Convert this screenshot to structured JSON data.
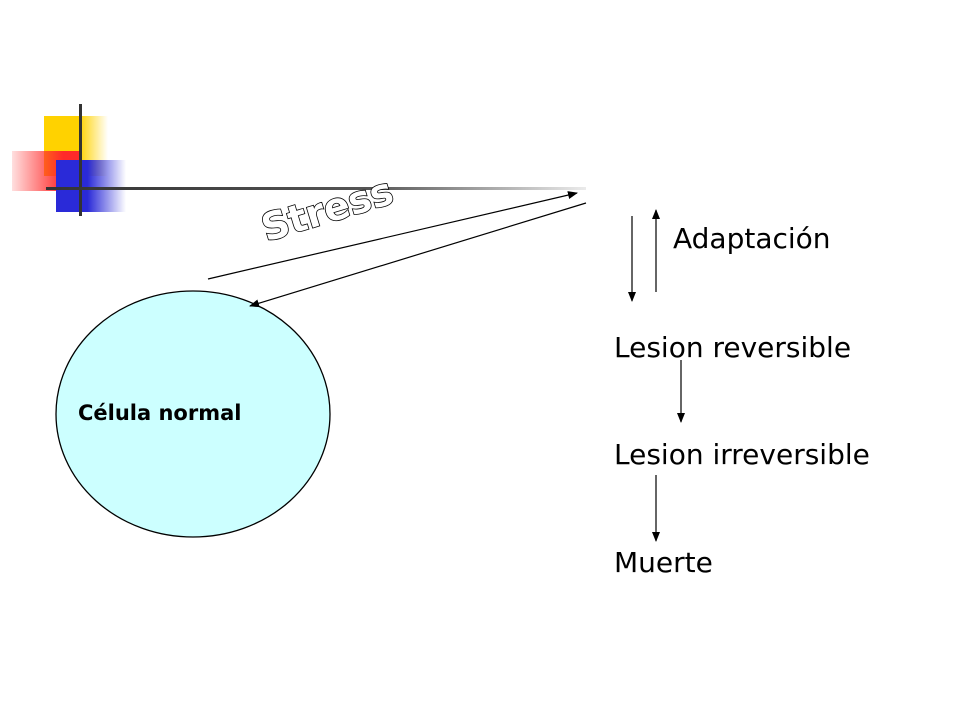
{
  "stress_label": "Stress",
  "cell_label": "Célula  normal",
  "outcomes": {
    "adaptation": "Adaptación",
    "reversible": "Lesion reversible",
    "irreversible": "Lesion irreversible",
    "death": "Muerte"
  },
  "colors": {
    "cell_fill": "#ccffff",
    "stress_fill": "#ffffff",
    "stress_stroke": "#000000",
    "deco_yellow": "#ffd200",
    "deco_red": "#ff2a2a",
    "deco_blue": "#2a2ad8"
  }
}
